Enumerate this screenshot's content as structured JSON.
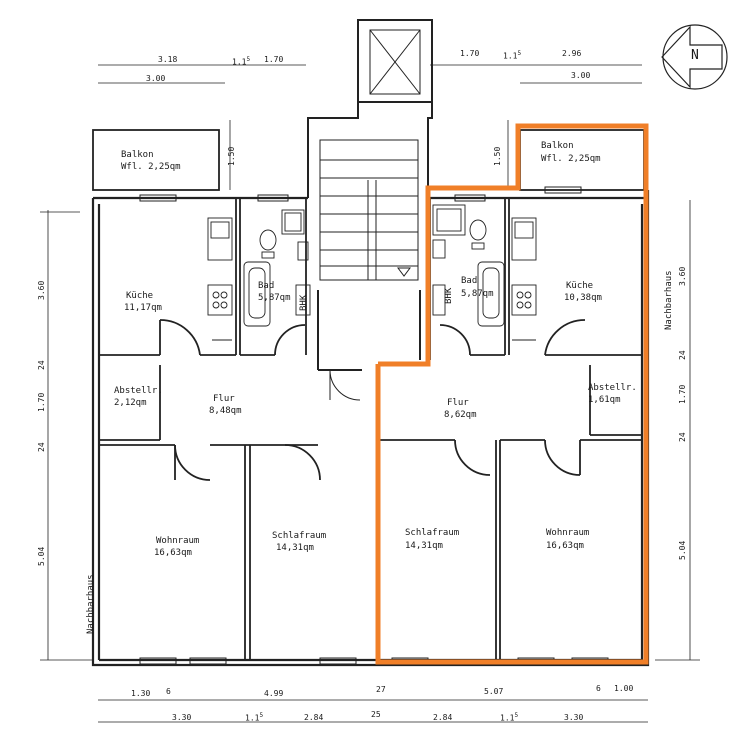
{
  "accent_color": "#f07f28",
  "compass_label": "N",
  "rooms": {
    "balkon_left": {
      "name": "Balkon",
      "area": "Wfl. 2,25qm"
    },
    "balkon_right": {
      "name": "Balkon",
      "area": "Wfl. 2,25qm"
    },
    "kueche_left": {
      "name": "Küche",
      "area": "11,17qm"
    },
    "kueche_right": {
      "name": "Küche",
      "area": "10,38qm"
    },
    "bad_left": {
      "name": "Bad",
      "area": "5,87qm"
    },
    "bad_right": {
      "name": "Bad",
      "area": "5,87qm"
    },
    "bhk_left": "BHK",
    "bhk_right": "BHK",
    "abstell_left": {
      "name": "Abstellr.",
      "area": "2,12qm"
    },
    "abstell_right": {
      "name": "Abstellr.",
      "area": "1,61qm"
    },
    "flur_left": {
      "name": "Flur",
      "area": "8,48qm"
    },
    "flur_right": {
      "name": "Flur",
      "area": "8,62qm"
    },
    "wohn_left": {
      "name": "Wohnraum",
      "area": "16,63qm"
    },
    "wohn_right": {
      "name": "Wohnraum",
      "area": "16,63qm"
    },
    "schlaf_left": {
      "name": "Schlafraum",
      "area": "14,31qm"
    },
    "schlaf_right": {
      "name": "Schlafraum",
      "area": "14,31qm"
    }
  },
  "neighbor_left": "Nachbarhaus",
  "neighbor_right": "Nachbarhaus",
  "dims_top": {
    "l1": "3.18",
    "l2": "1.1",
    "l2s": "5",
    "l3": "1.70",
    "l4": "3.00",
    "r1": "1.70",
    "r2": "1.1",
    "r2s": "5",
    "r3": "2.96",
    "r4": "3.00",
    "bal_left": "1.50",
    "bal_right": "1.50"
  },
  "dims_bottom": {
    "a1": "1.30",
    "a2": "6",
    "a3": "4.99",
    "a4": "27",
    "a5": "5.07",
    "a6": "6",
    "a7": "1.00",
    "b1": "3.30",
    "b2": "1.1",
    "b2s": "5",
    "b3": "2.84",
    "b4": "25",
    "b5": "2.84",
    "b6": "1.1",
    "b6s": "5",
    "b7": "3.30"
  },
  "dims_left": {
    "d1": "3.60",
    "d2": "24",
    "d3": "1.70",
    "d4": "24",
    "d5": "5.04"
  },
  "dims_right": {
    "d1": "3.60",
    "d2": "24",
    "d3": "1.70",
    "d4": "24",
    "d5": "5.04"
  }
}
